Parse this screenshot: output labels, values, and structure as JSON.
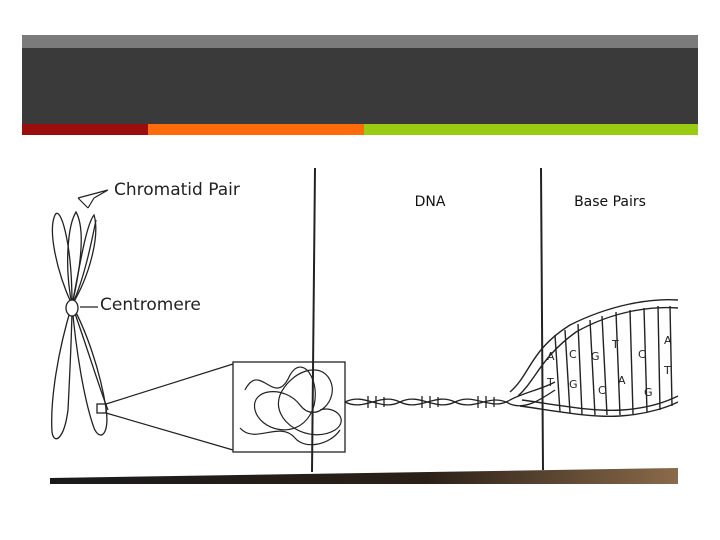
{
  "labels": {
    "chromatid_pair": "Chromatid Pair",
    "centromere": "Centromere",
    "dna": "DNA",
    "base_pairs": "Base Pairs"
  },
  "bases": {
    "top": [
      "A",
      "C",
      "G",
      "T",
      "C",
      "A"
    ],
    "bottom": [
      "T",
      "G",
      "C",
      "A",
      "G",
      "T"
    ]
  },
  "colors": {
    "header_dark": "#3a3a3a",
    "header_light": "#7b7b7b",
    "accent_red": "#9b0e0e",
    "accent_orange": "#ff6a0a",
    "accent_green": "#9bcc14"
  }
}
